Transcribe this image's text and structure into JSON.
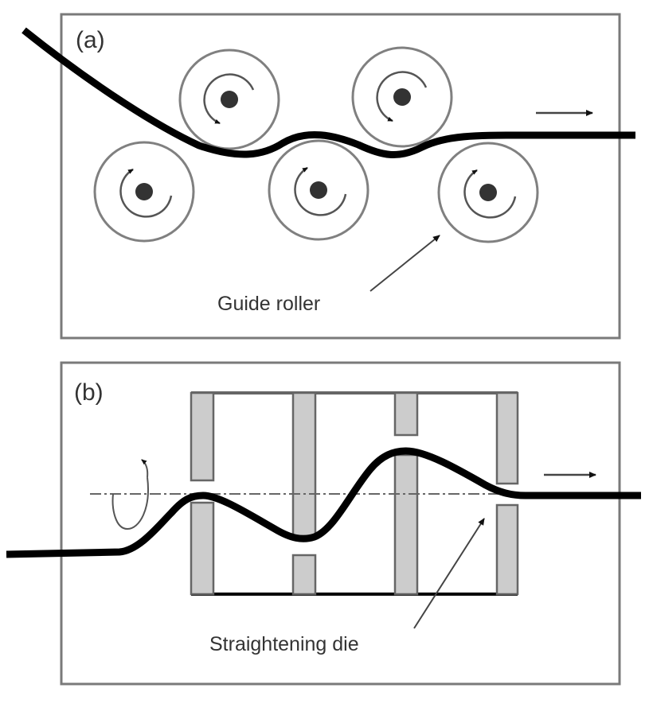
{
  "figure": {
    "panels": [
      {
        "id": "a",
        "label": "(a)",
        "title": "Roller straightening",
        "callout": "Guide roller",
        "rollers": [
          {
            "position": "top",
            "rotation": "counterclockwise"
          },
          {
            "position": "top",
            "rotation": "counterclockwise"
          },
          {
            "position": "bottom",
            "rotation": "clockwise"
          },
          {
            "position": "bottom",
            "rotation": "clockwise"
          },
          {
            "position": "bottom",
            "rotation": "clockwise"
          }
        ],
        "feed_direction": "right"
      },
      {
        "id": "b",
        "label": "(b)",
        "title": "Rotary die straightening",
        "callout": "Straightening die",
        "dies": 4,
        "rotation_indicator": "rotating about centerline",
        "feed_direction": "right"
      }
    ],
    "colors": {
      "wire": "#000000",
      "outline": "#777777",
      "die_fill": "#cccccc",
      "text": "#333333"
    }
  }
}
